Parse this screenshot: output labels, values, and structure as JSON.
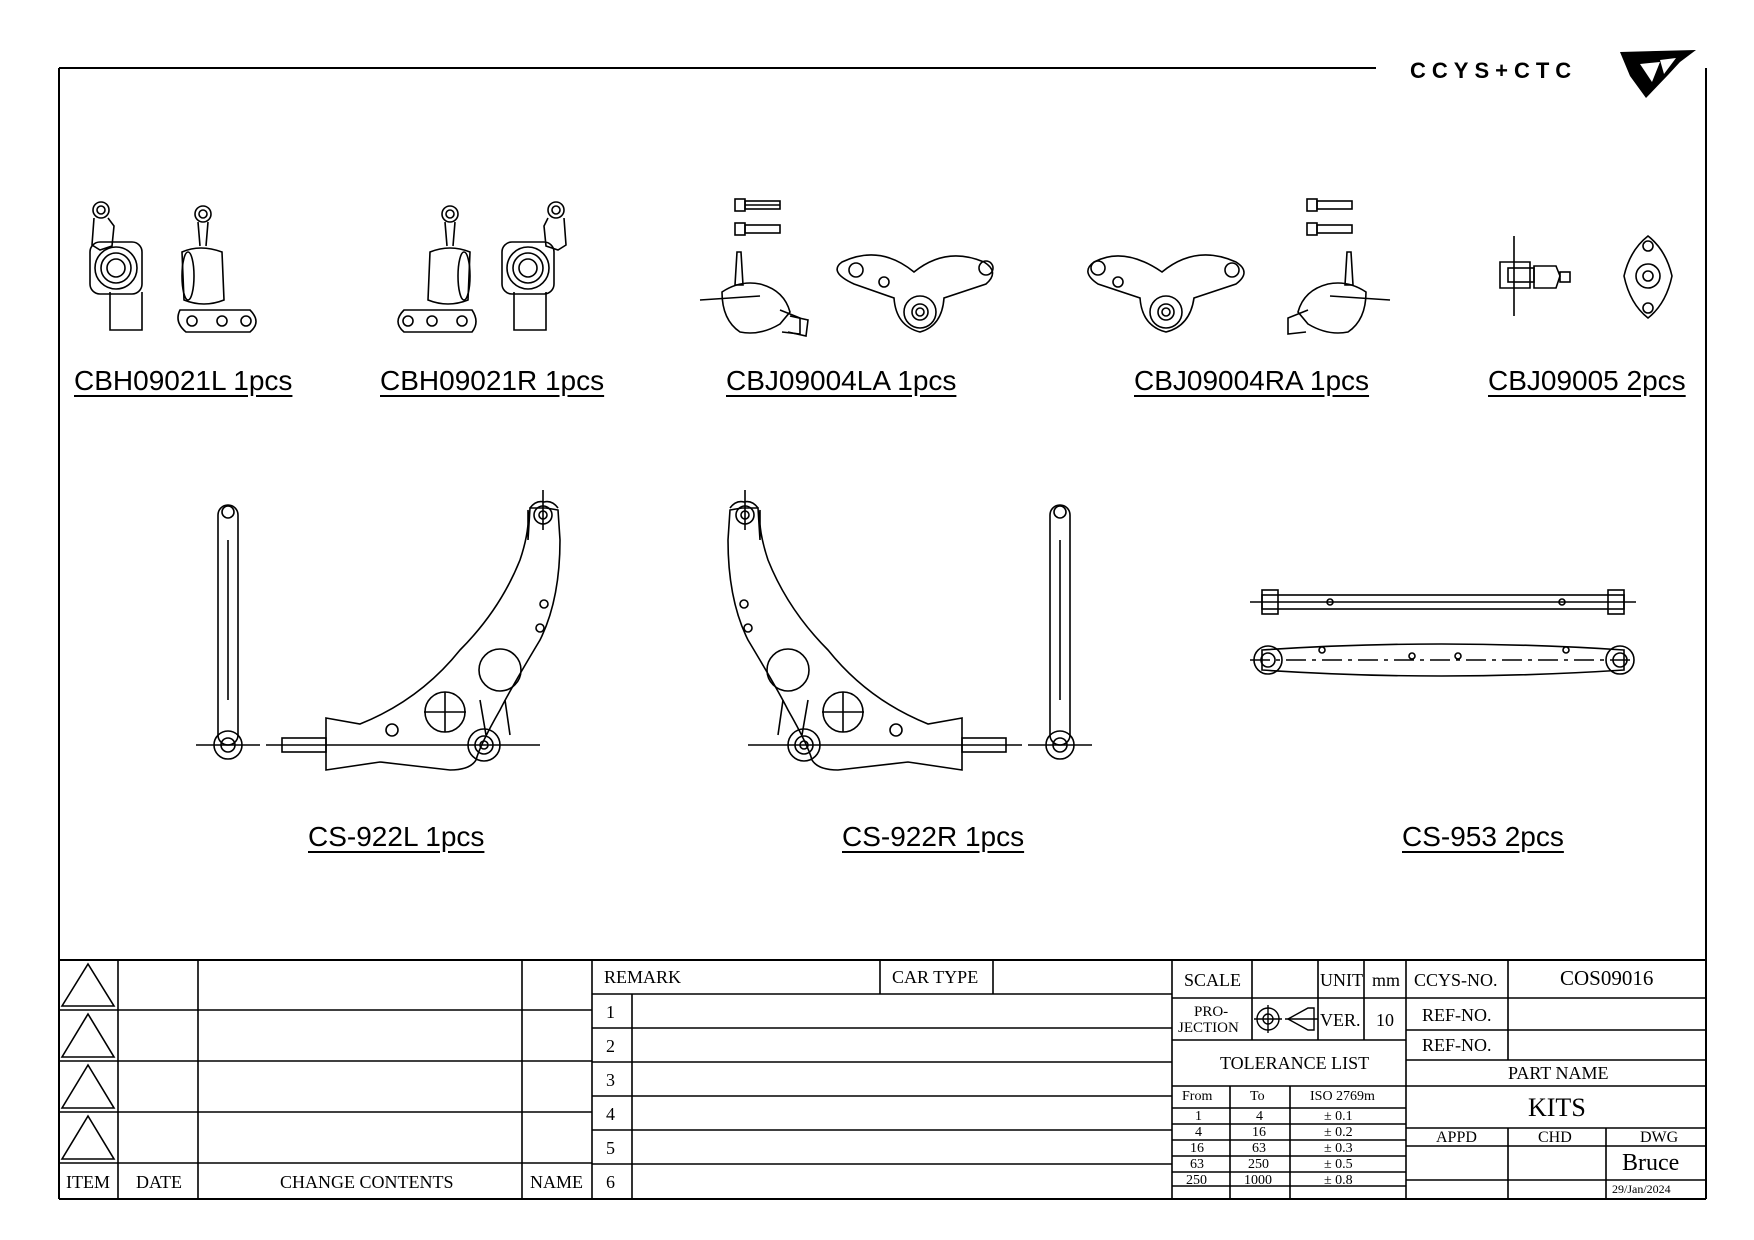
{
  "brand": {
    "text": "CCYS+CTC"
  },
  "parts": [
    {
      "label": "CBH09021L 1pcs"
    },
    {
      "label": "CBH09021R 1pcs"
    },
    {
      "label": "CBJ09004LA 1pcs"
    },
    {
      "label": "CBJ09004RA 1pcs"
    },
    {
      "label": "CBJ09005 2pcs"
    },
    {
      "label": "CS-922L 1pcs"
    },
    {
      "label": "CS-922R 1pcs"
    },
    {
      "label": "CS-953 2pcs"
    }
  ],
  "revision_table": {
    "headers": [
      "ITEM",
      "DATE",
      "CHANGE CONTENTS",
      "NAME"
    ]
  },
  "remarks": {
    "remark_label": "REMARK",
    "car_type_label": "CAR TYPE",
    "rows": [
      "1",
      "2",
      "3",
      "4",
      "5",
      "6"
    ]
  },
  "title_block": {
    "scale_label": "SCALE",
    "unit_label": "UNIT",
    "unit_value": "mm",
    "projection_label_1": "PRO-",
    "projection_label_2": "JECTION",
    "ver_label": "VER.",
    "ver_value": "10",
    "ccys_no_label": "CCYS-NO.",
    "ccys_no_value": "COS09016",
    "ref_no_label_1": "REF-NO.",
    "ref_no_label_2": "REF-NO.",
    "tolerance_title": "TOLERANCE LIST",
    "tolerance_headers": [
      "From",
      "To",
      "ISO 2769m"
    ],
    "tolerance_rows": [
      [
        "1",
        "4",
        "± 0.1"
      ],
      [
        "4",
        "16",
        "± 0.2"
      ],
      [
        "16",
        "63",
        "± 0.3"
      ],
      [
        "63",
        "250",
        "± 0.5"
      ],
      [
        "250",
        "1000",
        "± 0.8"
      ]
    ],
    "part_name_label": "PART NAME",
    "part_name_value": "KITS",
    "appd_label": "APPD",
    "chd_label": "CHD",
    "dwg_label": "DWG",
    "dwg_name": "Bruce",
    "dwg_date": "29/Jan/2024"
  }
}
